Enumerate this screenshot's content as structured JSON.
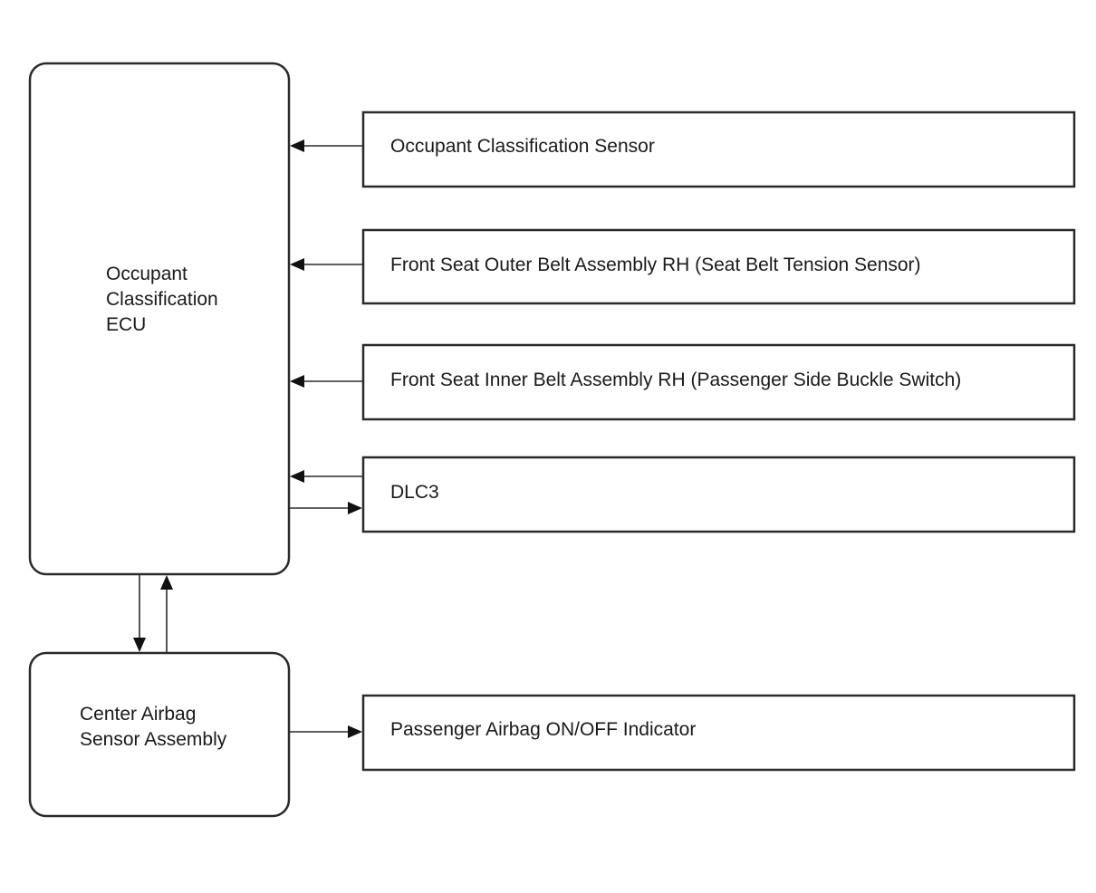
{
  "blocks": {
    "ecu": {
      "lines": [
        "Occupant",
        "Classification",
        "ECU"
      ]
    },
    "center_airbag": {
      "lines": [
        "Center Airbag",
        "Sensor Assembly"
      ]
    },
    "occupant_sensor": {
      "label": "Occupant Classification Sensor"
    },
    "outer_belt": {
      "label": "Front Seat Outer Belt Assembly RH (Seat Belt Tension Sensor)"
    },
    "inner_belt": {
      "label": "Front Seat Inner Belt Assembly RH (Passenger Side Buckle Switch)"
    },
    "dlc3": {
      "label": "DLC3"
    },
    "indicator": {
      "label": "Passenger Airbag ON/OFF Indicator"
    }
  },
  "connections": [
    {
      "from": "occupant_sensor",
      "to": "ecu"
    },
    {
      "from": "outer_belt",
      "to": "ecu"
    },
    {
      "from": "inner_belt",
      "to": "ecu"
    },
    {
      "from": "dlc3",
      "to": "ecu"
    },
    {
      "from": "ecu",
      "to": "dlc3"
    },
    {
      "from": "ecu",
      "to": "center_airbag"
    },
    {
      "from": "center_airbag",
      "to": "ecu"
    },
    {
      "from": "center_airbag",
      "to": "indicator"
    }
  ]
}
